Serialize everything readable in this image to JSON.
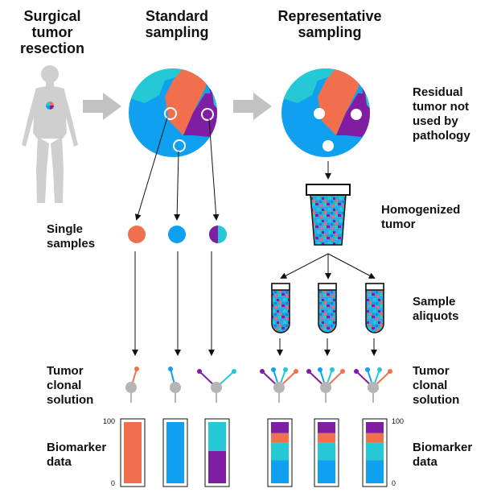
{
  "headers": {
    "surgical": "Surgical tumor resection",
    "standard": "Standard sampling",
    "representative": "Representative sampling"
  },
  "labels": {
    "residual": "Residual tumor not used by pathology",
    "homogenized": "Homogenized tumor",
    "single_samples": "Single samples",
    "sample_aliquots": "Sample aliquots",
    "clonal_left": "Tumor clonal solution",
    "clonal_right": "Tumor clonal solution",
    "biomarker_left": "Biomarker data",
    "biomarker_right": "Biomarker data"
  },
  "axis": {
    "max": "100",
    "min": "0"
  },
  "colors": {
    "orange": "#f26f4e",
    "blue": "#0fa0f0",
    "cyan": "#25c9d6",
    "purple": "#7f1ea2",
    "gray": "#b5b5b5",
    "arrow": "#c2c2c2"
  },
  "chart_data": {
    "type": "stacked-bar",
    "ylim": [
      0,
      100
    ],
    "bars": [
      {
        "group": "standard",
        "segments": [
          {
            "color": "orange",
            "value": 100
          }
        ]
      },
      {
        "group": "standard",
        "segments": [
          {
            "color": "blue",
            "value": 100
          }
        ]
      },
      {
        "group": "standard",
        "segments": [
          {
            "color": "purple",
            "value": 53
          },
          {
            "color": "cyan",
            "value": 47
          }
        ]
      },
      {
        "group": "representative",
        "segments": [
          {
            "color": "blue",
            "value": 38
          },
          {
            "color": "cyan",
            "value": 28
          },
          {
            "color": "orange",
            "value": 16
          },
          {
            "color": "purple",
            "value": 18
          }
        ]
      },
      {
        "group": "representative",
        "segments": [
          {
            "color": "blue",
            "value": 38
          },
          {
            "color": "cyan",
            "value": 28
          },
          {
            "color": "orange",
            "value": 16
          },
          {
            "color": "purple",
            "value": 18
          }
        ]
      },
      {
        "group": "representative",
        "segments": [
          {
            "color": "blue",
            "value": 38
          },
          {
            "color": "cyan",
            "value": 28
          },
          {
            "color": "orange",
            "value": 16
          },
          {
            "color": "purple",
            "value": 18
          }
        ]
      }
    ]
  }
}
